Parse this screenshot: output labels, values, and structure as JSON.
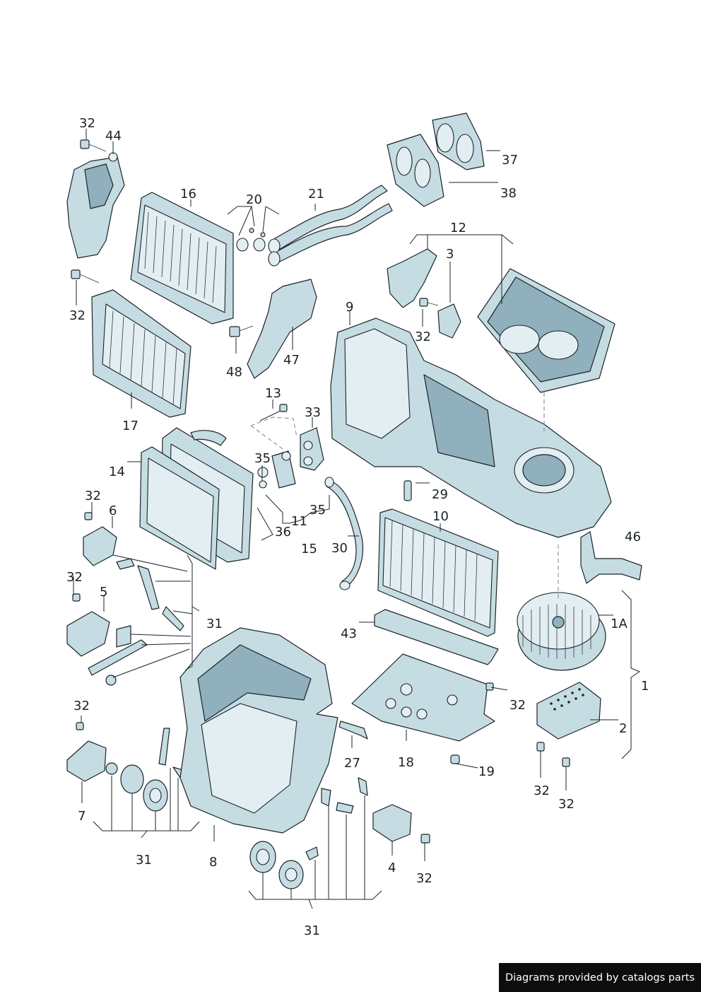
{
  "callouts": {
    "c1": "1",
    "c1a": "1A",
    "c2": "2",
    "c3": "3",
    "c4": "4",
    "c5": "5",
    "c6": "6",
    "c7": "7",
    "c8": "8",
    "c9": "9",
    "c10": "10",
    "c11": "11",
    "c12": "12",
    "c13": "13",
    "c14": "14",
    "c15": "15",
    "c16": "16",
    "c17": "17",
    "c18": "18",
    "c19": "19",
    "c20": "20",
    "c21": "21",
    "c27": "27",
    "c29": "29",
    "c30": "30",
    "c31a": "31",
    "c31b": "31",
    "c31c": "31",
    "c32a": "32",
    "c32b": "32",
    "c32c": "32",
    "c32d": "32",
    "c32e": "32",
    "c32f": "32",
    "c32g": "32",
    "c32h": "32",
    "c32i": "32",
    "c32j": "32",
    "c33": "33",
    "c35a": "35",
    "c35b": "35",
    "c36": "36",
    "c37": "37",
    "c38": "38",
    "c43": "43",
    "c44": "44",
    "c46": "46",
    "c47": "47",
    "c48": "48"
  },
  "footer": {
    "credit": "Diagrams provided by catalogs parts"
  }
}
